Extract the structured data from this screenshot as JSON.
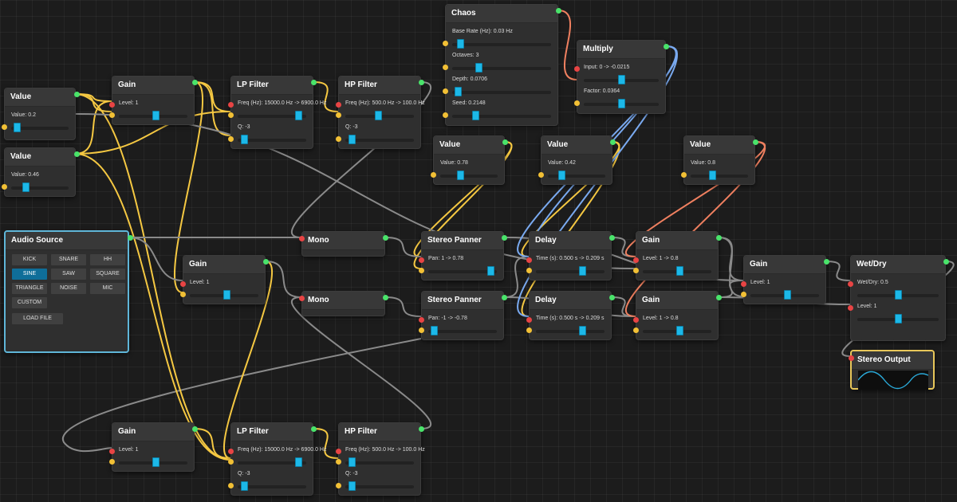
{
  "nodes": {
    "value_a": {
      "title": "Value",
      "params": [
        {
          "label": "Value: 0.2",
          "level": 0.05
        }
      ]
    },
    "value_b": {
      "title": "Value",
      "params": [
        {
          "label": "Value: 0.46",
          "level": 0.23
        }
      ]
    },
    "gain_top": {
      "title": "Gain",
      "params": [
        {
          "label": "Level: 1",
          "level": 0.55
        }
      ]
    },
    "lp_top": {
      "title": "LP Filter",
      "params": [
        {
          "label": "Freq (Hz): 15000.0 Hz -> 6900.0 Hz",
          "level": 0.93
        },
        {
          "label": "Q: -3",
          "level": 0.05
        }
      ]
    },
    "hp_top": {
      "title": "HP Filter",
      "params": [
        {
          "label": "Freq (Hz): 500.0 Hz -> 100.0 Hz",
          "level": 0.48
        },
        {
          "label": "Q: -3",
          "level": 0.05
        }
      ]
    },
    "chaos": {
      "title": "Chaos",
      "params": [
        {
          "label": "Base Rate (Hz): 0.03 Hz",
          "level": 0.05
        },
        {
          "label": "Octaves: 3",
          "level": 0.25
        },
        {
          "label": "Depth: 0.0706",
          "level": 0.03
        },
        {
          "label": "Seed: 0.2148",
          "level": 0.22
        }
      ]
    },
    "multiply": {
      "title": "Multiply",
      "params": [
        {
          "label": "Input: 0 -> -0.0215",
          "level": 0.5
        },
        {
          "label": "Factor: 0.0364",
          "level": 0.5
        }
      ]
    },
    "value_c": {
      "title": "Value",
      "params": [
        {
          "label": "Value: 0.78",
          "level": 0.33
        }
      ]
    },
    "value_d": {
      "title": "Value",
      "params": [
        {
          "label": "Value: 0.42",
          "level": 0.21
        }
      ]
    },
    "value_e": {
      "title": "Value",
      "params": [
        {
          "label": "Value: 0.8",
          "level": 0.37
        }
      ]
    },
    "audio_source": {
      "title": "Audio Source",
      "waveforms": [
        "KICK",
        "SNARE",
        "HH",
        "SINE",
        "SAW",
        "SQUARE",
        "TRIANGLE",
        "NOISE",
        "MIC",
        "CUSTOM"
      ],
      "active": "SINE",
      "load_label": "LOAD FILE"
    },
    "gain_mid": {
      "title": "Gain",
      "params": [
        {
          "label": "Level: 1",
          "level": 0.55
        }
      ]
    },
    "mono_a": {
      "title": "Mono"
    },
    "mono_b": {
      "title": "Mono"
    },
    "panner_a": {
      "title": "Stereo Panner",
      "params": [
        {
          "label": "Pan: 1 -> 0.78",
          "level": 0.96
        }
      ]
    },
    "panner_b": {
      "title": "Stereo Panner",
      "params": [
        {
          "label": "Pan: -1 -> -0.78",
          "level": 0.04
        }
      ]
    },
    "delay_a": {
      "title": "Delay",
      "params": [
        {
          "label": "Time (s): 0.500 s -> 0.209 s",
          "level": 0.7
        }
      ]
    },
    "delay_b": {
      "title": "Delay",
      "params": [
        {
          "label": "Time (s): 0.500 s -> 0.209 s",
          "level": 0.7
        }
      ]
    },
    "gain_r1": {
      "title": "Gain",
      "params": [
        {
          "label": "Level: 1 -> 0.8",
          "level": 0.55
        }
      ]
    },
    "gain_r2": {
      "title": "Gain",
      "params": [
        {
          "label": "Level: 1 -> 0.8",
          "level": 0.55
        }
      ]
    },
    "gain_sum": {
      "title": "Gain",
      "params": [
        {
          "label": "Level: 1",
          "level": 0.55
        }
      ]
    },
    "wetdry": {
      "title": "Wet/Dry",
      "params": [
        {
          "label": "Wet/Dry: 0.5",
          "level": 0.5
        },
        {
          "label": "Level: 1",
          "level": 0.5
        }
      ]
    },
    "stereo_output": {
      "title": "Stereo Output"
    },
    "gain_bottom": {
      "title": "Gain",
      "params": [
        {
          "label": "Level: 1",
          "level": 0.55
        }
      ]
    },
    "lp_bottom": {
      "title": "LP Filter",
      "params": [
        {
          "label": "Freq (Hz): 15000.0 Hz -> 6900.0 Hz",
          "level": 0.93
        },
        {
          "label": "Q: -3",
          "level": 0.05
        }
      ]
    },
    "hp_bottom": {
      "title": "HP Filter",
      "params": [
        {
          "label": "Freq (Hz): 500.0 Hz -> 100.0 Hz",
          "level": 0.05
        },
        {
          "label": "Q: -3",
          "level": 0.05
        }
      ]
    }
  },
  "colors": {
    "canvas": "#1c1c1c",
    "node": "#2f2f2f",
    "title_bar": "#383838",
    "slider_thumb": "#1cb8e8",
    "port_in_audio": "#f2c035",
    "port_in_param": "#e84444",
    "port_out": "#49e36a",
    "wire_audio": "#f5c842",
    "wire_default": "#8a8a8a",
    "wire_chaos": "#f08060",
    "wire_modulation": "#7aaaf0",
    "selected_source": "#5fb6d8",
    "selected_output": "#e8c75a",
    "active_button": "#0f6e99"
  }
}
